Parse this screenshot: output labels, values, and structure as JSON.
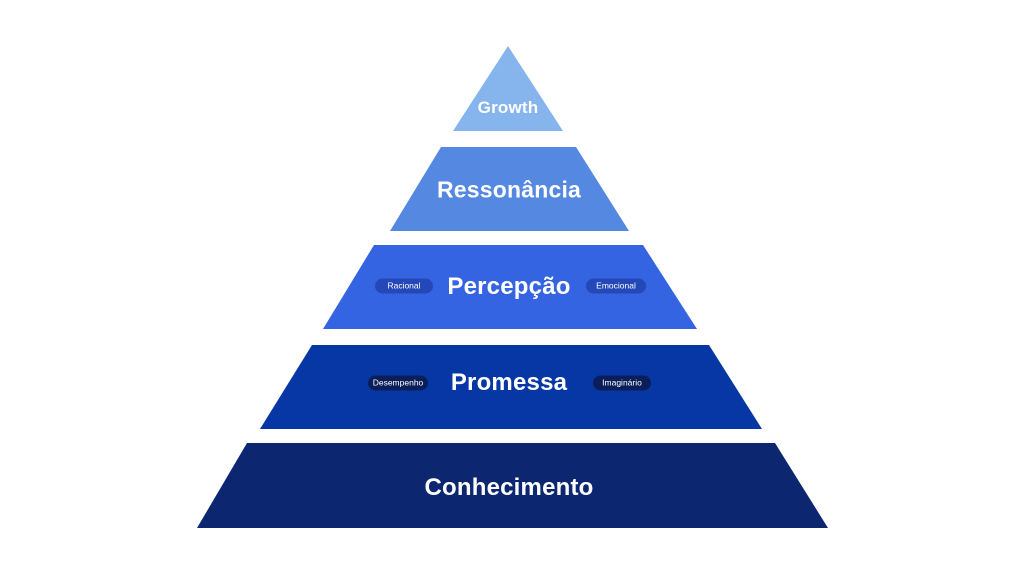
{
  "diagram": {
    "tiers": [
      {
        "id": "growth",
        "label": "Growth",
        "color": "#86b4ec"
      },
      {
        "id": "ressonancia",
        "label": "Ressonância",
        "color": "#5588e0"
      },
      {
        "id": "percepcao",
        "label": "Percepção",
        "color": "#3464e2",
        "pills": {
          "left": "Racional",
          "right": "Emocional",
          "color": "#2448b8"
        }
      },
      {
        "id": "promessa",
        "label": "Promessa",
        "color": "#0637a4",
        "pills": {
          "left": "Desempenho",
          "right": "Imaginário",
          "color": "#0a1f5a"
        }
      },
      {
        "id": "conhecimento",
        "label": "Conhecimento",
        "color": "#0d2670"
      }
    ]
  }
}
